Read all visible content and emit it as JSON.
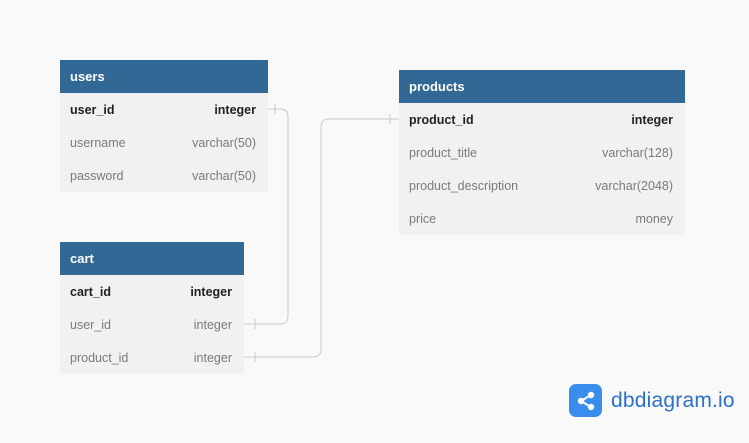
{
  "tables": {
    "users": {
      "name": "users",
      "columns": [
        {
          "name": "user_id",
          "type": "integer"
        },
        {
          "name": "username",
          "type": "varchar(50)"
        },
        {
          "name": "password",
          "type": "varchar(50)"
        }
      ]
    },
    "cart": {
      "name": "cart",
      "columns": [
        {
          "name": "cart_id",
          "type": "integer"
        },
        {
          "name": "user_id",
          "type": "integer"
        },
        {
          "name": "product_id",
          "type": "integer"
        }
      ]
    },
    "products": {
      "name": "products",
      "columns": [
        {
          "name": "product_id",
          "type": "integer"
        },
        {
          "name": "product_title",
          "type": "varchar(128)"
        },
        {
          "name": "product_description",
          "type": "varchar(2048)"
        },
        {
          "name": "price",
          "type": "money"
        }
      ]
    }
  },
  "relations": [
    {
      "from": "users.user_id",
      "to": "cart.user_id"
    },
    {
      "from": "products.product_id",
      "to": "cart.product_id"
    }
  ],
  "colors": {
    "header": "#316896",
    "body": "#f1f1f1",
    "connector": "#c9c9c9",
    "brand": "#2b70c9"
  },
  "brand": {
    "name": "dbdiagram.io",
    "icon": "share-icon"
  }
}
